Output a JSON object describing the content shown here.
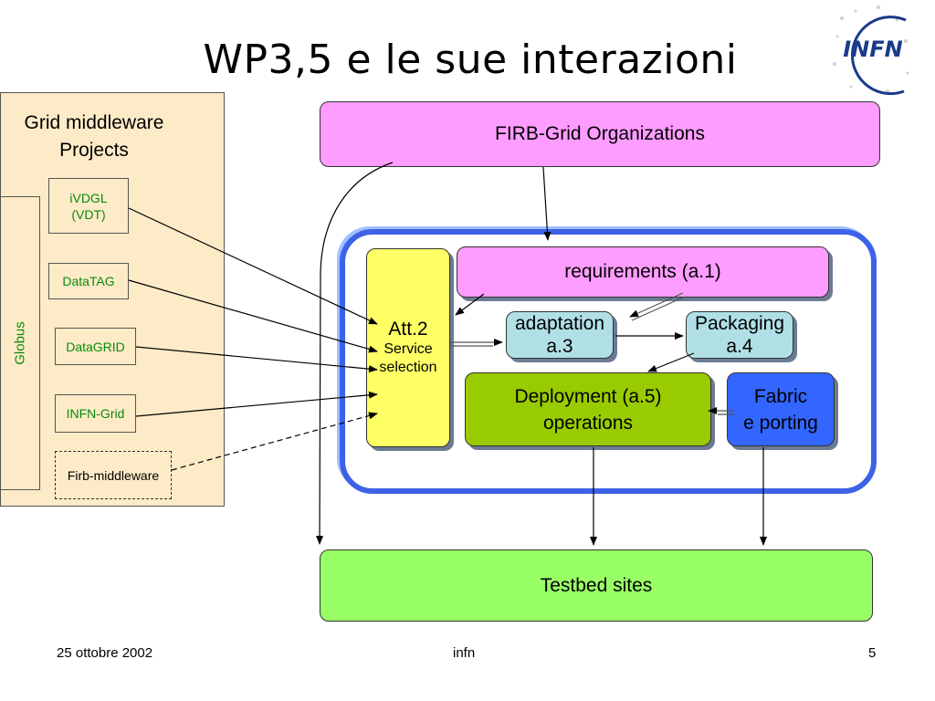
{
  "title": "WP3,5 e le sue interazioni",
  "logo": {
    "text": "INFN",
    "icon": "infn-logo"
  },
  "panel": {
    "title_line1": "Grid middleware",
    "title_line2": "Projects",
    "globus": "Globus",
    "projects": [
      {
        "line1": "iVDGL",
        "line2": "(VDT)"
      },
      {
        "line1": "DataTAG"
      },
      {
        "line1": "DataGRID"
      },
      {
        "line1": "INFN-Grid"
      },
      {
        "line1": "Firb-middleware"
      }
    ]
  },
  "boxes": {
    "firb": "FIRB-Grid Organizations",
    "att_title": "Att.2",
    "att_sub1": "Service",
    "att_sub2": "selection",
    "requirements": "requirements (a.1)",
    "adapt_line1": "adaptation",
    "adapt_line2": "a.3",
    "pack_line1": "Packaging",
    "pack_line2": "a.4",
    "deploy_line1": "Deployment (a.5)",
    "deploy_line2": "operations",
    "fabric_line1": "Fabric",
    "fabric_line2": "e porting",
    "testbed": "Testbed sites"
  },
  "colors": {
    "panel_bg": "#fdebc8",
    "magenta": "#ff9cff",
    "yellow": "#ffff66",
    "light_blue": "#b0e0e6",
    "olive_green": "#99cc00",
    "blue": "#3366ff",
    "light_green": "#99ff66",
    "container_border": "#3c62e6",
    "project_text": "#0a8a0a"
  },
  "footer": {
    "date": "25 ottobre 2002",
    "center": "infn",
    "page": "5"
  }
}
